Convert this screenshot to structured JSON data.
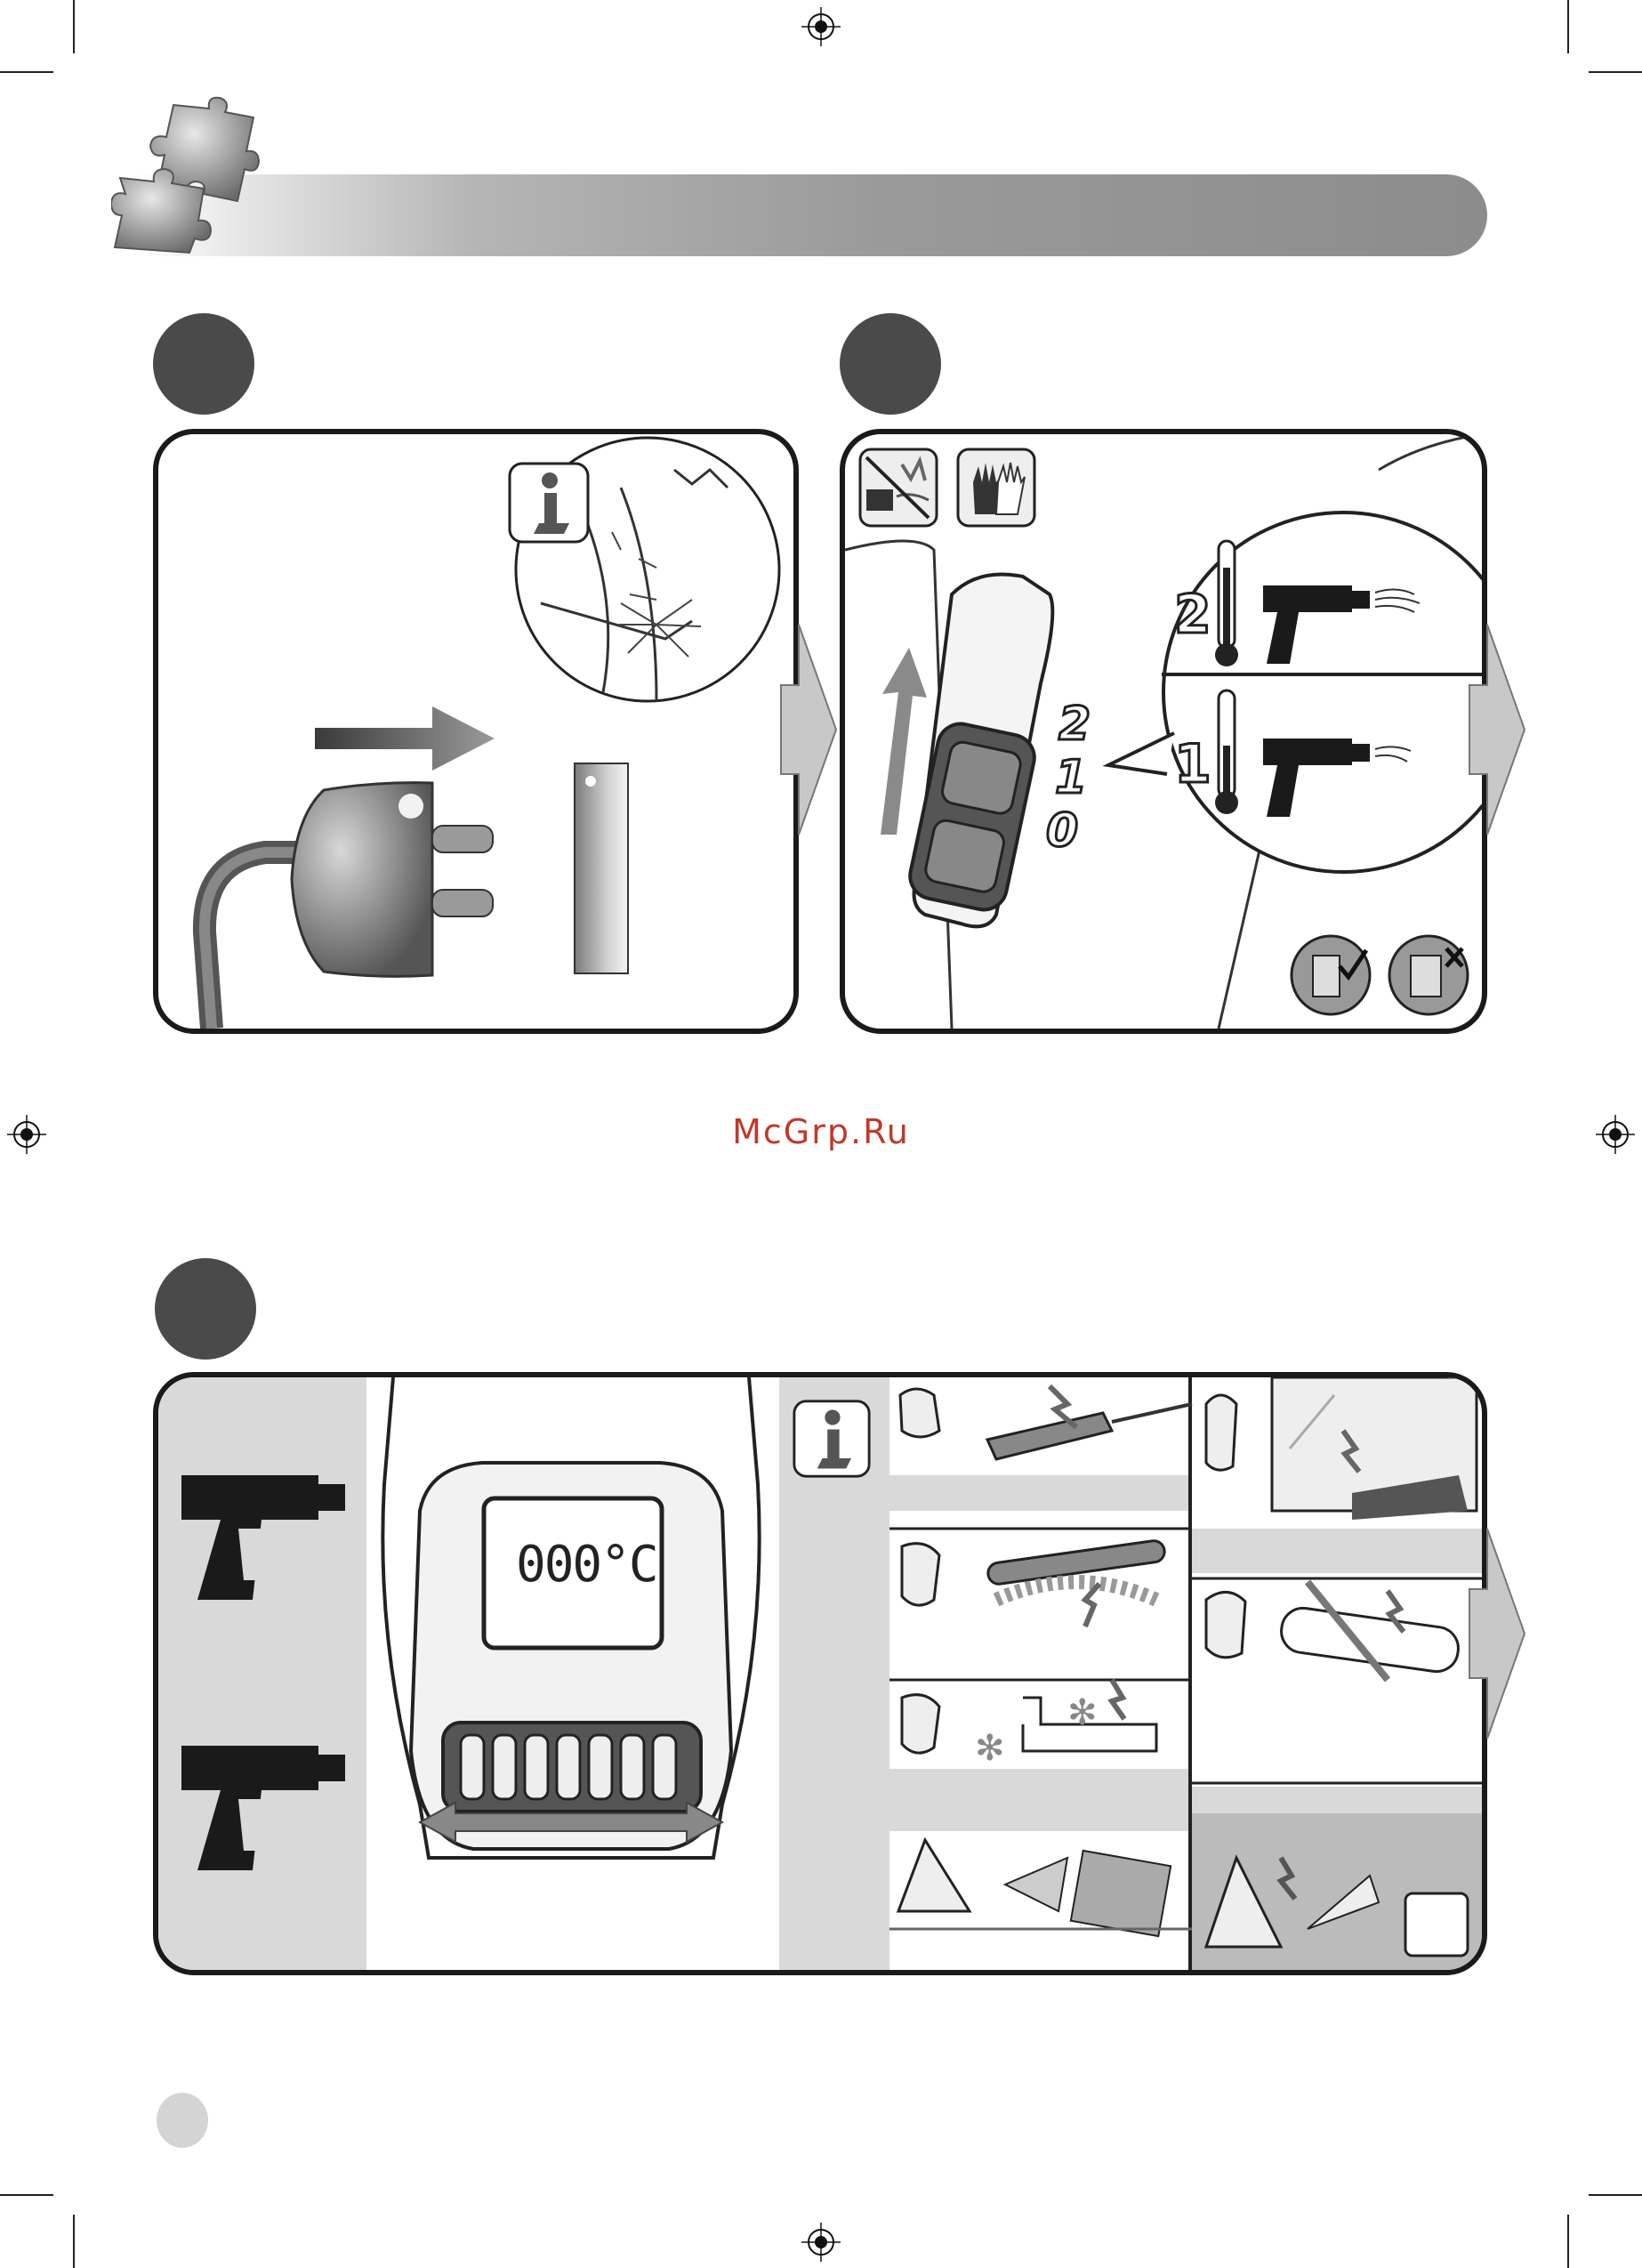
{
  "watermark": "McGrp.Ru",
  "lcd_display": "000°C",
  "switch_positions": [
    "2",
    "1",
    "0"
  ],
  "level_labels": [
    "2",
    "1"
  ],
  "icons": {
    "puzzle": "puzzle-pieces-icon",
    "info": "info-tool-icon",
    "no_hand": "no-hand-near-nozzle-icon",
    "gloves": "gloves-icon",
    "ventilated_ok": "ventilated-room-ok-icon",
    "closed_room_no": "closed-room-no-icon"
  },
  "colors": {
    "step_circle": "#4a4a4a",
    "panel_border": "#1a1a1a",
    "sidebar_gray": "#d9d9d9",
    "watermark": "#c0392b"
  }
}
